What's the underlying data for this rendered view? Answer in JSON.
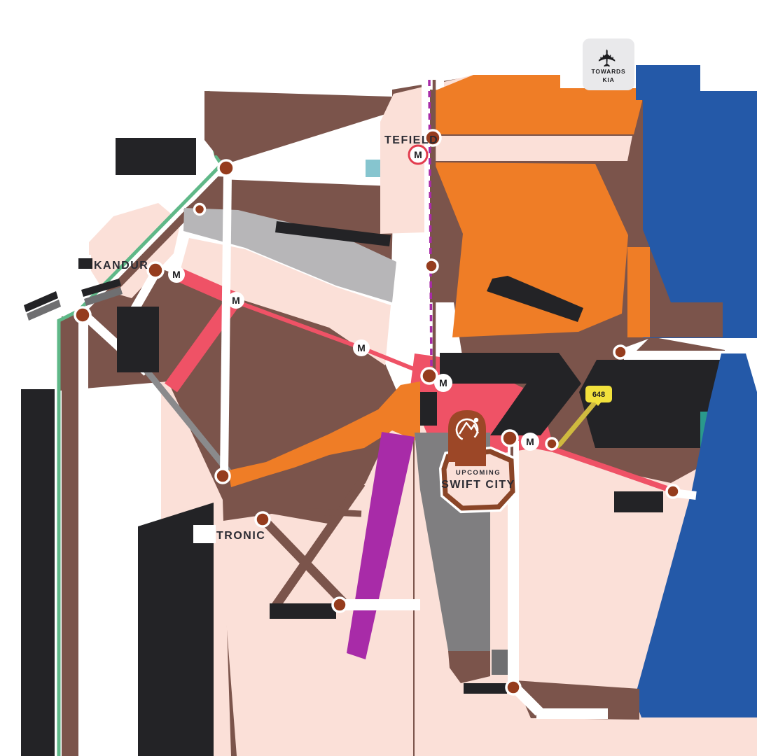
{
  "page": {
    "kind": "stylised-location-map",
    "background": "#ffffff"
  },
  "labels": {
    "whitefield_partial": "TEFIELD",
    "bellandur_partial": "KANDUR",
    "electronic_partial": "TRONIC"
  },
  "landmarks": {
    "swift_city": {
      "tagline": "UPCOMING",
      "name": "SWIFT CITY"
    },
    "airport": {
      "line1": "TOWARDS",
      "line2": "KIA",
      "plane_glyph": "✈"
    },
    "route_badge": {
      "number": "648"
    },
    "metro": {
      "marker": "M",
      "stations_count": 6
    },
    "project_pin": {
      "icon": "sunrise-circle-logo-icon"
    }
  },
  "features": {
    "junction_nodes": 15,
    "hidden_label_boxes": 12
  },
  "colors": {
    "area_pink": "#fbe0d8",
    "road_brown": "#7b544b",
    "node_rust": "#953c1d",
    "metro_red": "#ef5266",
    "orange": "#ef7d26",
    "gray_light": "#b7b6b8",
    "gray_mid": "#8a8a8c",
    "gray_band": "#7f7e80",
    "dark_box": "#232326",
    "green_line": "#5fb888",
    "magenta": "#a82ba8",
    "blue": "#2459a8",
    "teal": "#2a998c",
    "teal_light": "#5fc3b8",
    "pale_blue": "#bfe0e3",
    "lavender": "#a79fd9",
    "yellow_badge": "#f2e13c",
    "yellow_road": "#cfba3f",
    "airport_badge_bg": "#e9e9eb",
    "pin_brown": "#9c4727",
    "label_text": "#2b2b33"
  }
}
